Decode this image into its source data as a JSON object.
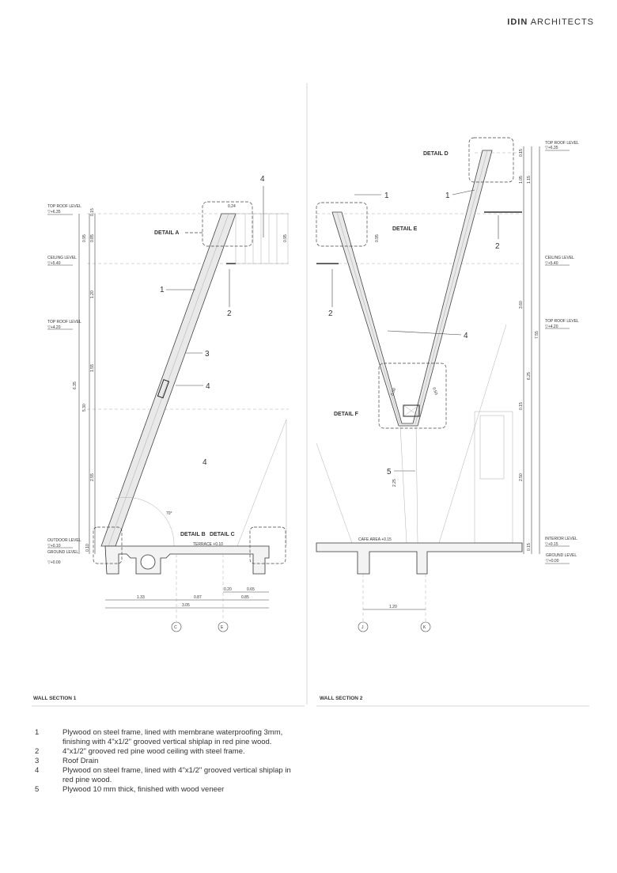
{
  "brand": {
    "bold": "IDIN",
    "rest": "ARCHITECTS"
  },
  "section1": {
    "title": "WALL SECTION 1",
    "levels": [
      {
        "name": "TOP ROOF LEVEL",
        "value": "▽+6.35"
      },
      {
        "name": "CEILING LEVEL",
        "value": "▽+5.40"
      },
      {
        "name": "TOP ROOF LEVEL",
        "value": "▽+4.20"
      },
      {
        "name": "OUTDOOR LEVEL",
        "value": "▽+0.10"
      },
      {
        "name": "GROUND LEVEL",
        "value": "▽+0.00"
      }
    ],
    "vertical_dims": [
      "0.15",
      "0.95",
      "0.85",
      "1.20",
      "1.55",
      "5.30",
      "6.35",
      "2.55",
      "0.10"
    ],
    "roof_dims": [
      "0.24",
      "0.95"
    ],
    "details": [
      "DETAIL A",
      "DETAIL B",
      "DETAIL C"
    ],
    "terrace": "TERRACE +0.10",
    "angle": "70°",
    "callouts": [
      "4",
      "1",
      "2",
      "3",
      "4",
      "4"
    ],
    "horizontal_dims": [
      "1.33",
      "0.87",
      "0.20",
      "0.65",
      "0.85",
      "3.05"
    ],
    "grid": [
      "C",
      "E"
    ]
  },
  "section2": {
    "title": "WALL SECTION 2",
    "levels": [
      {
        "name": "TOP ROOF LEVEL",
        "value": "▽+6.35"
      },
      {
        "name": "CEILING LEVEL",
        "value": "▽+5.40"
      },
      {
        "name": "TOP ROOF LEVEL",
        "value": "▽+4.20"
      },
      {
        "name": "INTERIOR LEVEL",
        "value": "▽+0.15"
      },
      {
        "name": "GROUND LEVEL",
        "value": "▽+0.00"
      }
    ],
    "vertical_dims": [
      "0.15",
      "1.05",
      "1.15",
      "3.60",
      "6.25",
      "7.55",
      "0.15",
      "2.50",
      "0.15"
    ],
    "details": [
      "DETAIL D",
      "DETAIL E",
      "DETAIL F"
    ],
    "detail_dims": [
      "0.50",
      "0.50",
      "0.95",
      "2.25"
    ],
    "cafe": "CAFE AREA +0.15",
    "callouts": [
      "1",
      "1",
      "2",
      "2",
      "4",
      "5"
    ],
    "horizontal_dims": [
      "1.20"
    ],
    "grid": [
      "J",
      "K"
    ]
  },
  "notes": [
    {
      "n": "1",
      "t": "Plywood on steel frame, lined with membrane waterproofing 3mm, finishing with 4\"x1/2\" grooved vertical shiplap in  red pine wood."
    },
    {
      "n": "2",
      "t": "4\"x1/2\" grooved red pine wood ceiling with steel frame."
    },
    {
      "n": "3",
      "t": "Roof Drain"
    },
    {
      "n": "4",
      "t": "Plywood on steel frame, lined with 4\"x1/2\" grooved vertical shiplap in red pine wood."
    },
    {
      "n": "5",
      "t": "Plywood 10 mm thick, finished with wood veneer"
    }
  ]
}
